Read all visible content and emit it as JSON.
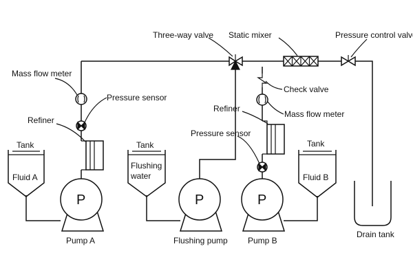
{
  "labels": {
    "three_way_valve": "Three-way valve",
    "static_mixer": "Static mixer",
    "pressure_control_valve": "Pressure control valve",
    "mass_flow_meter_a": "Mass flow meter",
    "pressure_sensor_a": "Pressure sensor",
    "refiner_a": "Refiner",
    "check_valve": "Check valve",
    "refiner_b": "Refiner",
    "mass_flow_meter_b": "Mass flow meter",
    "pressure_sensor_b": "Pressure sensor",
    "tank_a": "Tank",
    "tank_flush": "Tank",
    "tank_b": "Tank",
    "fluid_a": "Fluid A",
    "flushing_water_1": "Flushing",
    "flushing_water_2": "water",
    "fluid_b": "Fluid B",
    "pump_a": "Pump A",
    "flushing_pump": "Flushing pump",
    "pump_b": "Pump B",
    "drain_tank": "Drain tank",
    "pump_symbol_a": "P",
    "pump_symbol_flush": "P",
    "pump_symbol_b": "P"
  },
  "colors": {
    "line": "#111111",
    "background": "#ffffff"
  }
}
